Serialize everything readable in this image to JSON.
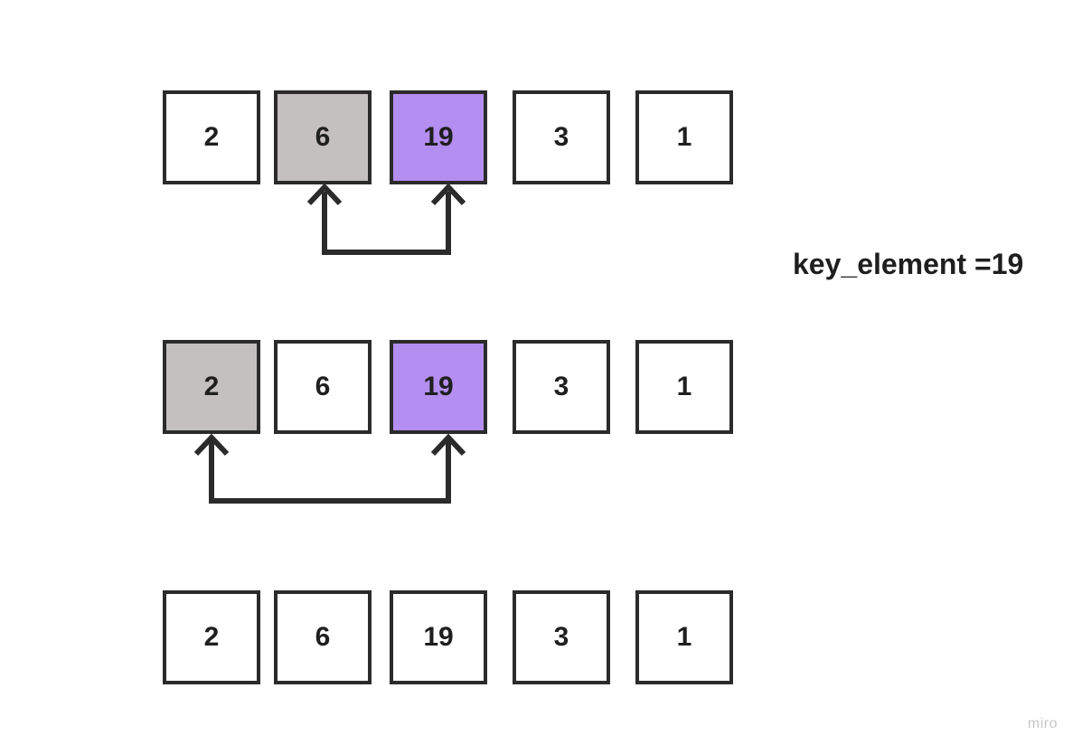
{
  "key_label": "key_element =19",
  "watermark": "miro",
  "colors": {
    "compare": "#c4c0bf",
    "key": "#b48ef0",
    "plain": "#ffffff",
    "stroke": "#2b2b2b"
  },
  "rows": [
    {
      "cells": [
        {
          "value": "2",
          "state": "plain"
        },
        {
          "value": "6",
          "state": "compare"
        },
        {
          "value": "19",
          "state": "key"
        },
        {
          "value": "3",
          "state": "plain"
        },
        {
          "value": "1",
          "state": "plain"
        }
      ],
      "arrow": {
        "from": 1,
        "to": 2
      }
    },
    {
      "cells": [
        {
          "value": "2",
          "state": "compare"
        },
        {
          "value": "6",
          "state": "plain"
        },
        {
          "value": "19",
          "state": "key"
        },
        {
          "value": "3",
          "state": "plain"
        },
        {
          "value": "1",
          "state": "plain"
        }
      ],
      "arrow": {
        "from": 0,
        "to": 2
      }
    },
    {
      "cells": [
        {
          "value": "2",
          "state": "plain"
        },
        {
          "value": "6",
          "state": "plain"
        },
        {
          "value": "19",
          "state": "plain"
        },
        {
          "value": "3",
          "state": "plain"
        },
        {
          "value": "1",
          "state": "plain"
        }
      ],
      "arrow": null
    }
  ]
}
